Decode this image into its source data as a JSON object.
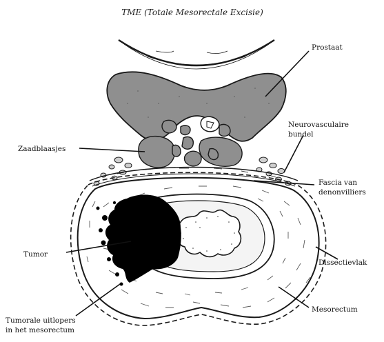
{
  "title": "TME (Totale Mesorectale Excisie)",
  "labels": {
    "prostaat": "Prostaat",
    "neurovasculaire_1": "Neurovasculaire",
    "neurovasculaire_2": "bundel",
    "zaadblaasjes": "Zaadblaasjes",
    "fascia_1": "Fascia van",
    "fascia_2": "denonvilliers",
    "tumor": "Tumor",
    "dissectievlak": "Dissectievlak",
    "uitlopers_1": "Tumorale uitlopers",
    "uitlopers_2": "in het mesorectum",
    "mesorectum": "Mesorectum"
  },
  "colors": {
    "prostate_fill": "#8f8f8f",
    "tumor_fill": "#000000",
    "outline": "#1a1a1a",
    "background": "#ffffff"
  }
}
